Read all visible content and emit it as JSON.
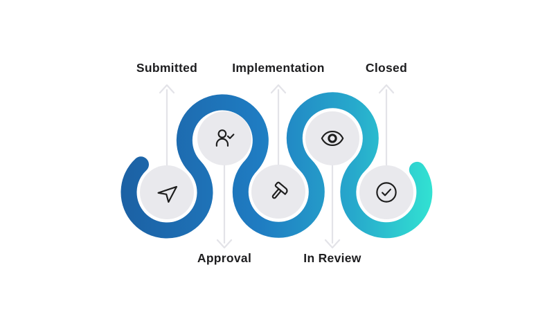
{
  "diagram": {
    "type": "process-flow-timeline",
    "stages": [
      {
        "label": "Submitted",
        "icon": "send-icon",
        "label_position": "top"
      },
      {
        "label": "Approval",
        "icon": "user-check-icon",
        "label_position": "bottom"
      },
      {
        "label": "Implementation",
        "icon": "hammer-icon",
        "label_position": "top"
      },
      {
        "label": "In Review",
        "icon": "eye-icon",
        "label_position": "bottom"
      },
      {
        "label": "Closed",
        "icon": "check-circle-icon",
        "label_position": "top"
      }
    ],
    "colors": {
      "ribbon_gradient_start": "#1c60a3",
      "ribbon_gradient_mid1": "#1f7cc2",
      "ribbon_gradient_mid2": "#27a9cc",
      "ribbon_gradient_end": "#32e2d2",
      "node_fill": "#e9e9ed",
      "arrow": "#e3e3e8",
      "icon_stroke": "#1e1e1e",
      "text": "#1d1d1f",
      "background": "#ffffff"
    }
  }
}
